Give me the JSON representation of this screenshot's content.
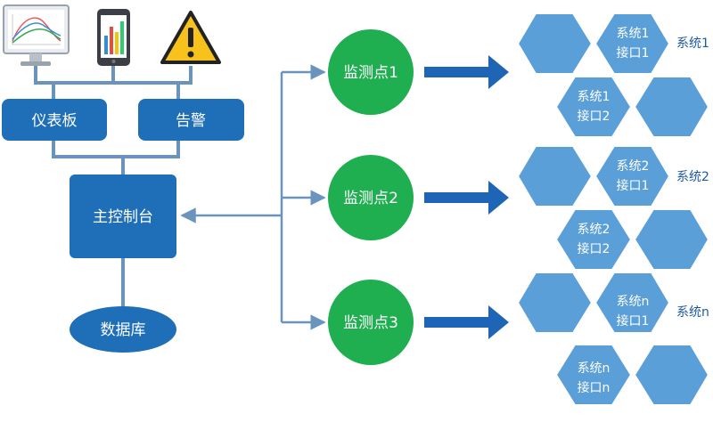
{
  "colors": {
    "box_blue": "#1f6eb8",
    "connector": "#6b94bd",
    "green": "#1fae50",
    "arrow_blue": "#1e66b5",
    "hex_blue": "#5b9fd8",
    "side_label": "#1e5aa3"
  },
  "top_icons": {
    "monitor": "monitor-chart-icon",
    "phone": "phone-chart-icon",
    "warning": "warning-triangle-icon"
  },
  "boxes": {
    "dashboard": "仪表板",
    "alert": "告警",
    "main_console": "主控制台",
    "database": "数据库"
  },
  "monitor_points": [
    "监测点1",
    "监测点2",
    "监测点3"
  ],
  "systems": [
    {
      "side_label": "系统1",
      "interfaces": [
        {
          "line1": "系统1",
          "line2": "接口1"
        },
        {
          "line1": "系统1",
          "line2": "接口2"
        }
      ]
    },
    {
      "side_label": "系统2",
      "interfaces": [
        {
          "line1": "系统2",
          "line2": "接口1"
        },
        {
          "line1": "系统2",
          "line2": "接口2"
        }
      ]
    },
    {
      "side_label": "系统n",
      "interfaces": [
        {
          "line1": "系统n",
          "line2": "接口1"
        },
        {
          "line1": "系统n",
          "line2": "接口n"
        }
      ]
    }
  ]
}
